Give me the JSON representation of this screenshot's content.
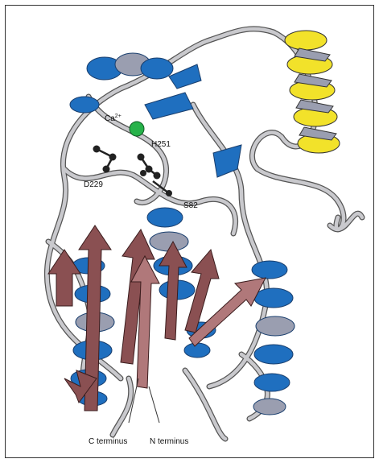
{
  "figure": {
    "labels": {
      "ca": "Ca",
      "ca_sup": "2+",
      "h251": "H251",
      "d229": "D229",
      "s82": "S82",
      "c_terminus": "C terminus",
      "n_terminus": "N terminus"
    },
    "colors": {
      "helix": "#1f6fbf",
      "helix_back": "#9a9eb0",
      "helix_highlight": "#f2e22a",
      "strand": "#8a5052",
      "loop": "#b8b8bc",
      "ion": "#27b24a",
      "residue": "#222222"
    }
  }
}
